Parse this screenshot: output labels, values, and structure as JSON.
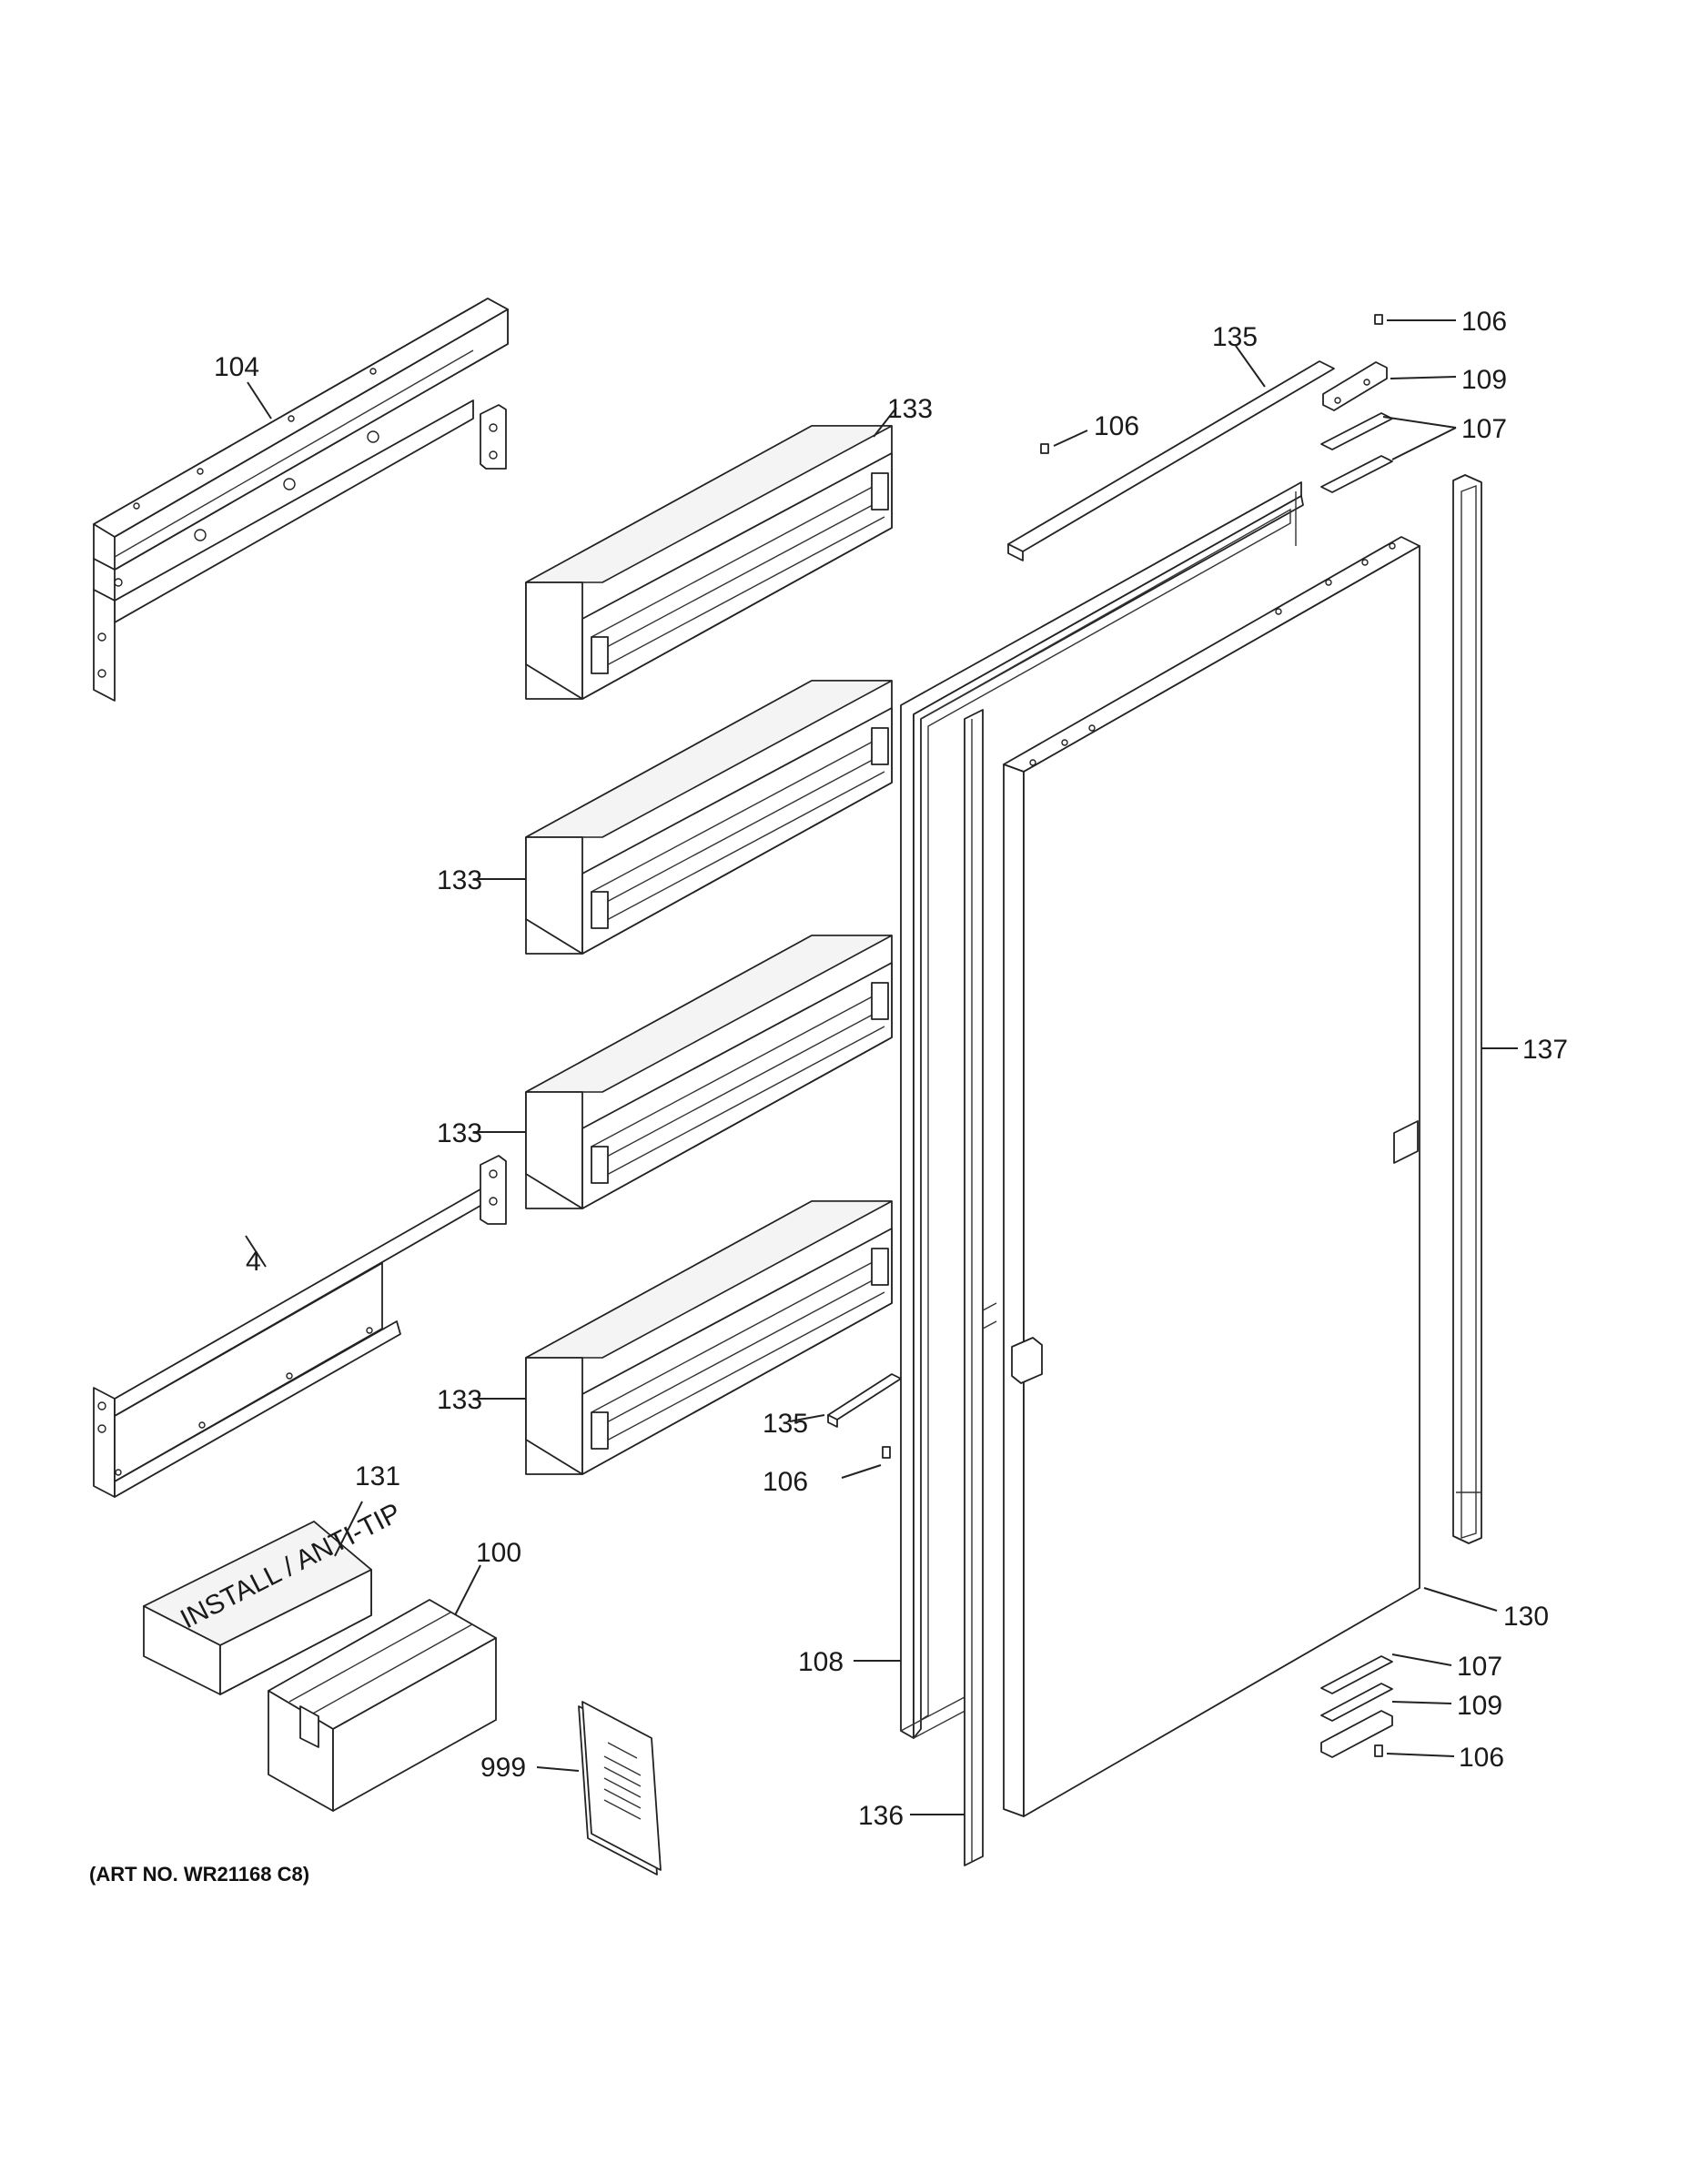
{
  "callouts": {
    "c104": "104",
    "c133_top": "133",
    "c133_2": "133",
    "c133_3": "133",
    "c133_4": "133",
    "c4": "4",
    "c131": "131",
    "c100": "100",
    "c999": "999",
    "c135_top": "135",
    "c106_top": "106",
    "c106_mid": "106",
    "c109_top": "109",
    "c107_top": "107",
    "c137": "137",
    "c135_low": "135",
    "c106_low": "106",
    "c108": "108",
    "c136": "136",
    "c130": "130",
    "c107_bot": "107",
    "c109_bot": "109",
    "c106_bot": "106"
  },
  "box_label": "INSTALL / ANTI-TIP",
  "art_number": "(ART NO. WR21168 C8)"
}
